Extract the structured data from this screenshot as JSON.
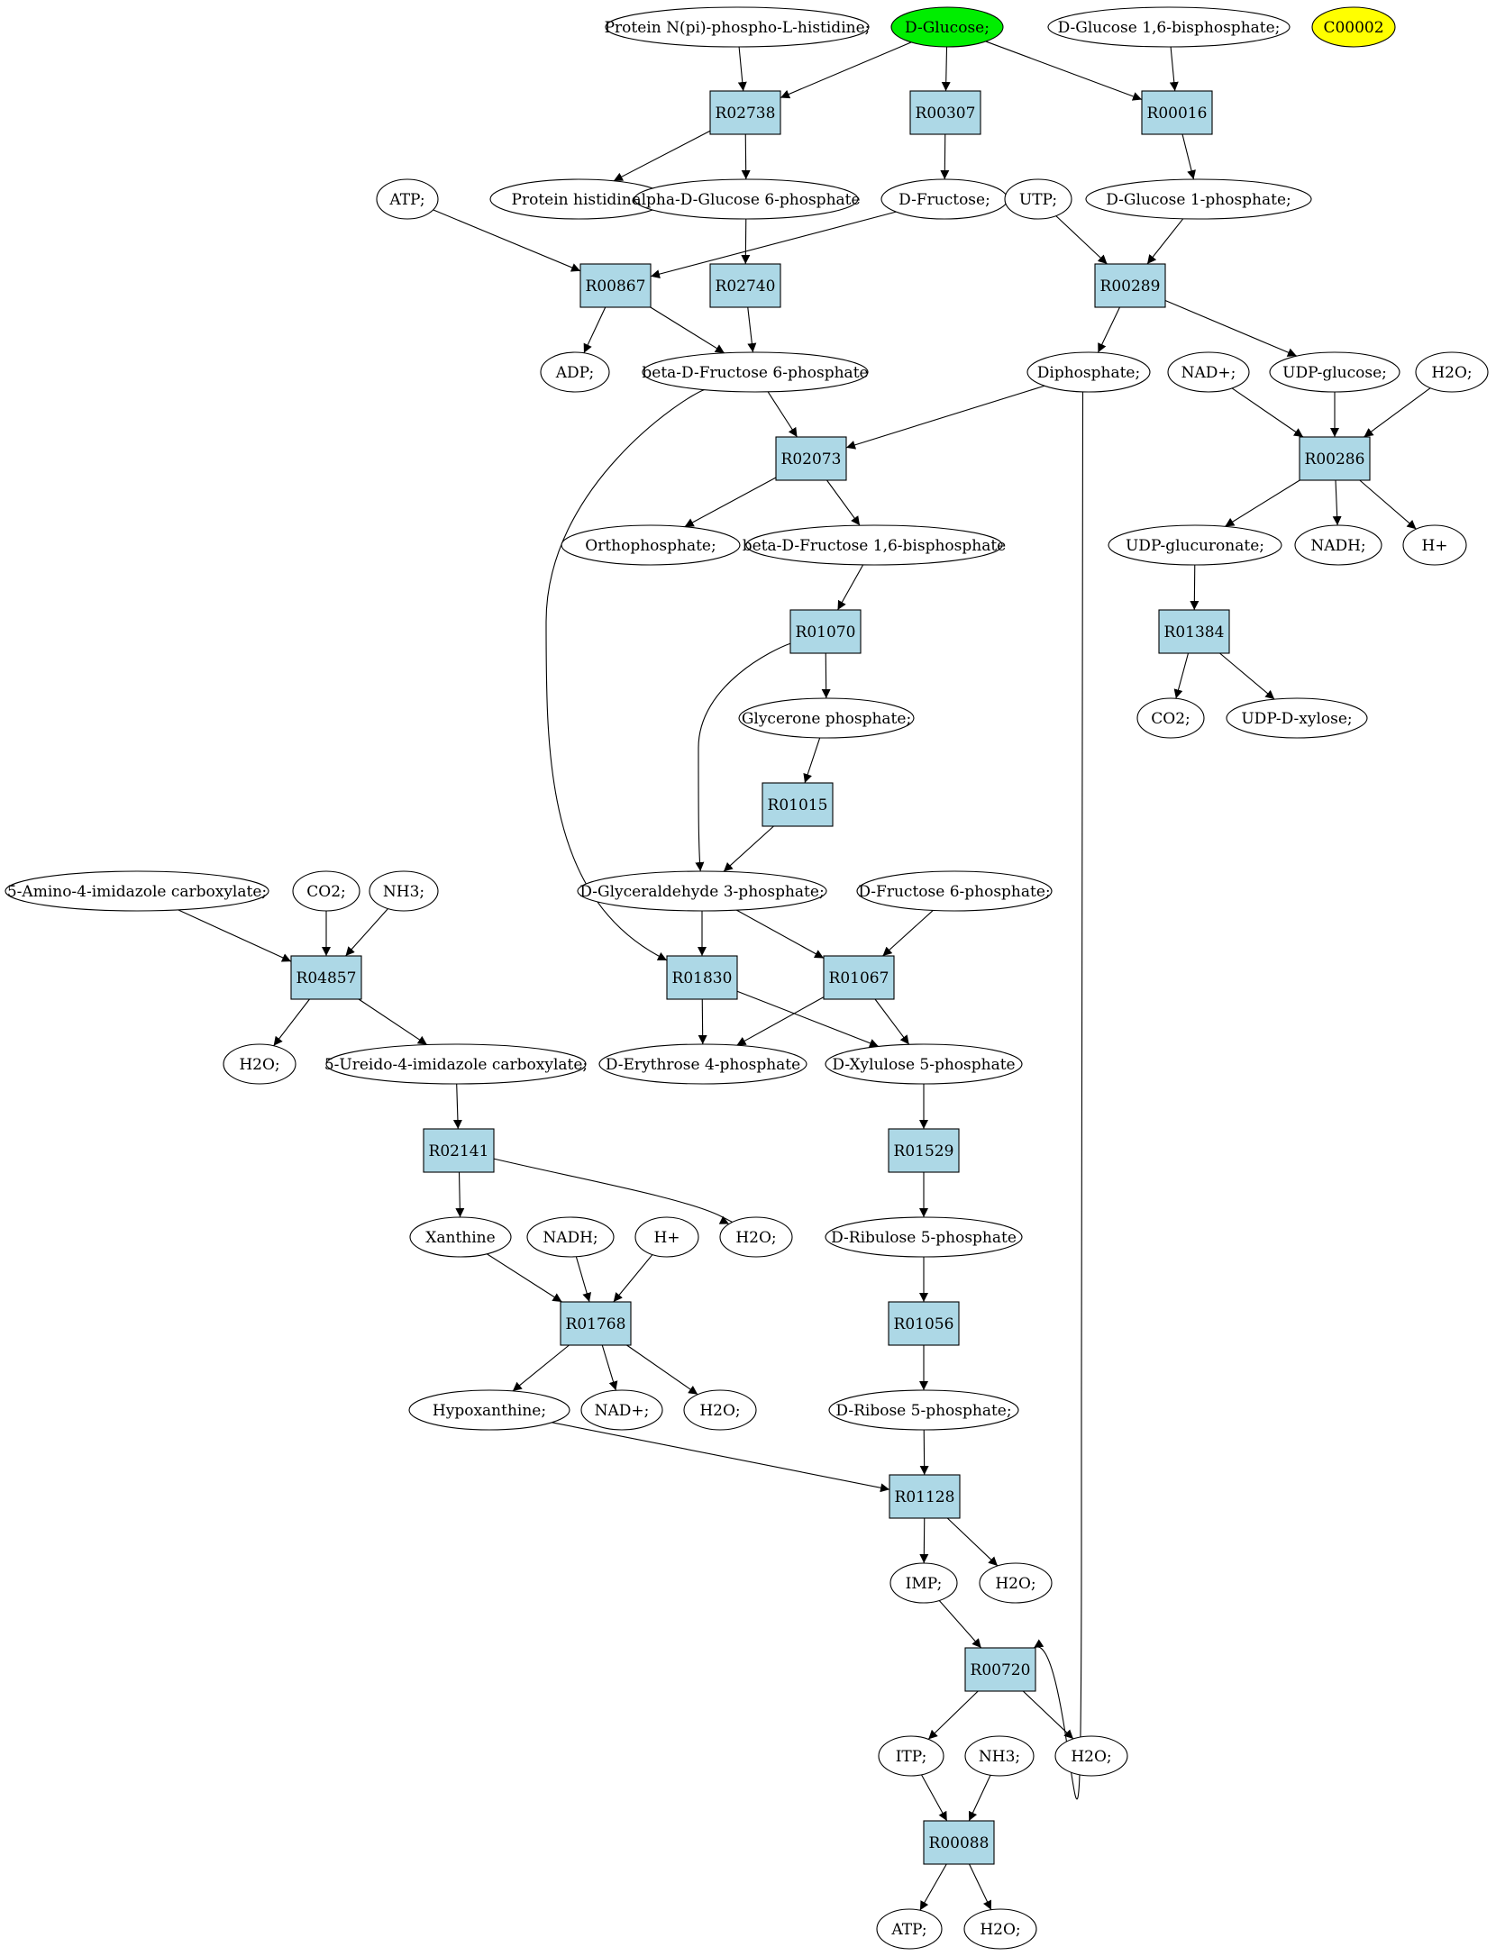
{
  "colors": {
    "reaction_fill": "#add8e6",
    "compound_fill": "#ffffff",
    "highlight_start": "#00ee00",
    "highlight_other": "#ffff00",
    "stroke": "#000000"
  },
  "nodes": [
    {
      "id": "c_prot_nphis",
      "kind": "compound",
      "label": "Protein N(pi)-phospho-L-histidine;"
    },
    {
      "id": "c_dglucose",
      "kind": "compound",
      "label": "D-Glucose;",
      "fill": "#00ee00"
    },
    {
      "id": "c_dglu16bp",
      "kind": "compound",
      "label": "D-Glucose 1,6-bisphosphate;"
    },
    {
      "id": "c_c00002",
      "kind": "compound",
      "label": "C00002",
      "fill": "#ffff00"
    },
    {
      "id": "r_R02738",
      "kind": "reaction",
      "label": "R02738"
    },
    {
      "id": "r_R00307",
      "kind": "reaction",
      "label": "R00307"
    },
    {
      "id": "r_R00016",
      "kind": "reaction",
      "label": "R00016"
    },
    {
      "id": "c_atp1",
      "kind": "compound",
      "label": "ATP;"
    },
    {
      "id": "c_prothis",
      "kind": "compound",
      "label": "Protein histidine;"
    },
    {
      "id": "c_adg6p",
      "kind": "compound",
      "label": "alpha-D-Glucose 6-phosphate"
    },
    {
      "id": "c_dfructose",
      "kind": "compound",
      "label": "D-Fructose;"
    },
    {
      "id": "c_utp",
      "kind": "compound",
      "label": "UTP;"
    },
    {
      "id": "c_dg1p",
      "kind": "compound",
      "label": "D-Glucose 1-phosphate;"
    },
    {
      "id": "r_R00867",
      "kind": "reaction",
      "label": "R00867"
    },
    {
      "id": "r_R02740",
      "kind": "reaction",
      "label": "R02740"
    },
    {
      "id": "r_R00289",
      "kind": "reaction",
      "label": "R00289"
    },
    {
      "id": "c_adp",
      "kind": "compound",
      "label": "ADP;"
    },
    {
      "id": "c_bdf6p",
      "kind": "compound",
      "label": "beta-D-Fructose 6-phosphate"
    },
    {
      "id": "c_diphos",
      "kind": "compound",
      "label": "Diphosphate;"
    },
    {
      "id": "c_nadp1",
      "kind": "compound",
      "label": "NAD+;"
    },
    {
      "id": "c_udpglc",
      "kind": "compound",
      "label": "UDP-glucose;"
    },
    {
      "id": "c_h2o_a",
      "kind": "compound",
      "label": "H2O;"
    },
    {
      "id": "r_R02073",
      "kind": "reaction",
      "label": "R02073"
    },
    {
      "id": "r_R00286",
      "kind": "reaction",
      "label": "R00286"
    },
    {
      "id": "c_ortho",
      "kind": "compound",
      "label": "Orthophosphate;"
    },
    {
      "id": "c_bdf16bp",
      "kind": "compound",
      "label": "beta-D-Fructose 1,6-bisphosphate"
    },
    {
      "id": "c_udpglcA",
      "kind": "compound",
      "label": "UDP-glucuronate;"
    },
    {
      "id": "c_nadh1",
      "kind": "compound",
      "label": "NADH;"
    },
    {
      "id": "c_hplus1",
      "kind": "compound",
      "label": "H+"
    },
    {
      "id": "r_R01070",
      "kind": "reaction",
      "label": "R01070"
    },
    {
      "id": "r_R01384",
      "kind": "reaction",
      "label": "R01384"
    },
    {
      "id": "c_glycerone",
      "kind": "compound",
      "label": "Glycerone phosphate;"
    },
    {
      "id": "c_co2_a",
      "kind": "compound",
      "label": "CO2;"
    },
    {
      "id": "c_udpxyl",
      "kind": "compound",
      "label": "UDP-D-xylose;"
    },
    {
      "id": "r_R01015",
      "kind": "reaction",
      "label": "R01015"
    },
    {
      "id": "c_aica",
      "kind": "compound",
      "label": "5-Amino-4-imidazole carboxylate;"
    },
    {
      "id": "c_co2_b",
      "kind": "compound",
      "label": "CO2;"
    },
    {
      "id": "c_nh3_a",
      "kind": "compound",
      "label": "NH3;"
    },
    {
      "id": "c_dga3p",
      "kind": "compound",
      "label": "D-Glyceraldehyde 3-phosphate;"
    },
    {
      "id": "c_df6p",
      "kind": "compound",
      "label": "D-Fructose 6-phosphate;"
    },
    {
      "id": "r_R04857",
      "kind": "reaction",
      "label": "R04857"
    },
    {
      "id": "r_R01830",
      "kind": "reaction",
      "label": "R01830"
    },
    {
      "id": "r_R01067",
      "kind": "reaction",
      "label": "R01067"
    },
    {
      "id": "c_h2o_b",
      "kind": "compound",
      "label": "H2O;"
    },
    {
      "id": "c_uica",
      "kind": "compound",
      "label": "5-Ureido-4-imidazole carboxylate;"
    },
    {
      "id": "c_de4p",
      "kind": "compound",
      "label": "D-Erythrose 4-phosphate"
    },
    {
      "id": "c_dx5p",
      "kind": "compound",
      "label": "D-Xylulose 5-phosphate"
    },
    {
      "id": "r_R02141",
      "kind": "reaction",
      "label": "R02141"
    },
    {
      "id": "r_R01529",
      "kind": "reaction",
      "label": "R01529"
    },
    {
      "id": "c_xanthine",
      "kind": "compound",
      "label": "Xanthine"
    },
    {
      "id": "c_nadh2",
      "kind": "compound",
      "label": "NADH;"
    },
    {
      "id": "c_hplus2",
      "kind": "compound",
      "label": "H+"
    },
    {
      "id": "c_h2o_c",
      "kind": "compound",
      "label": "H2O;"
    },
    {
      "id": "c_dru5p",
      "kind": "compound",
      "label": "D-Ribulose 5-phosphate"
    },
    {
      "id": "r_R01768",
      "kind": "reaction",
      "label": "R01768"
    },
    {
      "id": "r_R01056",
      "kind": "reaction",
      "label": "R01056"
    },
    {
      "id": "c_hypox",
      "kind": "compound",
      "label": "Hypoxanthine;"
    },
    {
      "id": "c_nadp2",
      "kind": "compound",
      "label": "NAD+;"
    },
    {
      "id": "c_h2o_d",
      "kind": "compound",
      "label": "H2O;"
    },
    {
      "id": "c_dr5p",
      "kind": "compound",
      "label": "D-Ribose 5-phosphate;"
    },
    {
      "id": "r_R01128",
      "kind": "reaction",
      "label": "R01128"
    },
    {
      "id": "c_imp",
      "kind": "compound",
      "label": "IMP;"
    },
    {
      "id": "c_h2o_e",
      "kind": "compound",
      "label": "H2O;"
    },
    {
      "id": "r_R00720",
      "kind": "reaction",
      "label": "R00720"
    },
    {
      "id": "c_itp",
      "kind": "compound",
      "label": "ITP;"
    },
    {
      "id": "c_nh3_b",
      "kind": "compound",
      "label": "NH3;"
    },
    {
      "id": "c_h2o_f",
      "kind": "compound",
      "label": "H2O;"
    },
    {
      "id": "r_R00088",
      "kind": "reaction",
      "label": "R00088"
    },
    {
      "id": "c_atp2",
      "kind": "compound",
      "label": "ATP;"
    },
    {
      "id": "c_h2o_g",
      "kind": "compound",
      "label": "H2O;"
    }
  ],
  "edges": [
    [
      "c_prot_nphis",
      "r_R02738"
    ],
    [
      "c_dglucose",
      "r_R02738"
    ],
    [
      "c_dglucose",
      "r_R00307"
    ],
    [
      "c_dglucose",
      "r_R00016"
    ],
    [
      "c_dglu16bp",
      "r_R00016"
    ],
    [
      "r_R02738",
      "c_prothis"
    ],
    [
      "r_R02738",
      "c_adg6p"
    ],
    [
      "r_R00307",
      "c_dfructose"
    ],
    [
      "r_R00016",
      "c_dg1p"
    ],
    [
      "c_atp1",
      "r_R00867"
    ],
    [
      "c_dfructose",
      "r_R00867"
    ],
    [
      "c_adg6p",
      "r_R02740"
    ],
    [
      "c_utp",
      "r_R00289"
    ],
    [
      "c_dg1p",
      "r_R00289"
    ],
    [
      "r_R00867",
      "c_adp"
    ],
    [
      "r_R00867",
      "c_bdf6p"
    ],
    [
      "r_R02740",
      "c_bdf6p"
    ],
    [
      "r_R00289",
      "c_diphos"
    ],
    [
      "r_R00289",
      "c_udpglc"
    ],
    [
      "c_bdf6p",
      "r_R02073"
    ],
    [
      "c_diphos",
      "r_R02073"
    ],
    [
      "c_nadp1",
      "r_R00286"
    ],
    [
      "c_udpglc",
      "r_R00286"
    ],
    [
      "c_h2o_a",
      "r_R00286"
    ],
    [
      "r_R02073",
      "c_ortho"
    ],
    [
      "r_R02073",
      "c_bdf16bp"
    ],
    [
      "r_R00286",
      "c_udpglcA"
    ],
    [
      "r_R00286",
      "c_nadh1"
    ],
    [
      "r_R00286",
      "c_hplus1"
    ],
    [
      "c_bdf16bp",
      "r_R01070"
    ],
    [
      "c_udpglcA",
      "r_R01384"
    ],
    [
      "r_R01070",
      "c_glycerone"
    ],
    [
      "r_R01070",
      "c_dga3p"
    ],
    [
      "r_R01384",
      "c_co2_a"
    ],
    [
      "r_R01384",
      "c_udpxyl"
    ],
    [
      "c_glycerone",
      "r_R01015"
    ],
    [
      "r_R01015",
      "c_dga3p"
    ],
    [
      "c_aica",
      "r_R04857"
    ],
    [
      "c_co2_b",
      "r_R04857"
    ],
    [
      "c_nh3_a",
      "r_R04857"
    ],
    [
      "c_bdf6p",
      "r_R01830"
    ],
    [
      "c_dga3p",
      "r_R01830"
    ],
    [
      "c_dga3p",
      "r_R01067"
    ],
    [
      "c_df6p",
      "r_R01067"
    ],
    [
      "r_R04857",
      "c_h2o_b"
    ],
    [
      "r_R04857",
      "c_uica"
    ],
    [
      "r_R01830",
      "c_de4p"
    ],
    [
      "r_R01830",
      "c_dx5p"
    ],
    [
      "r_R01067",
      "c_de4p"
    ],
    [
      "r_R01067",
      "c_dx5p"
    ],
    [
      "c_uica",
      "r_R02141"
    ],
    [
      "c_dx5p",
      "r_R01529"
    ],
    [
      "r_R02141",
      "c_xanthine"
    ],
    [
      "r_R02141",
      "c_h2o_c"
    ],
    [
      "r_R01529",
      "c_dru5p"
    ],
    [
      "c_xanthine",
      "r_R01768"
    ],
    [
      "c_nadh2",
      "r_R01768"
    ],
    [
      "c_hplus2",
      "r_R01768"
    ],
    [
      "c_dru5p",
      "r_R01056"
    ],
    [
      "r_R01768",
      "c_hypox"
    ],
    [
      "r_R01768",
      "c_nadp2"
    ],
    [
      "r_R01768",
      "c_h2o_d"
    ],
    [
      "r_R01056",
      "c_dr5p"
    ],
    [
      "c_hypox",
      "r_R01128"
    ],
    [
      "c_dr5p",
      "r_R01128"
    ],
    [
      "r_R01128",
      "c_imp"
    ],
    [
      "r_R01128",
      "c_h2o_e"
    ],
    [
      "c_imp",
      "r_R00720"
    ],
    [
      "c_diphos",
      "r_R00720"
    ],
    [
      "r_R00720",
      "c_itp"
    ],
    [
      "r_R00720",
      "c_h2o_f"
    ],
    [
      "c_itp",
      "r_R00088"
    ],
    [
      "c_nh3_b",
      "r_R00088"
    ],
    [
      "r_R00088",
      "c_atp2"
    ],
    [
      "r_R00088",
      "c_h2o_g"
    ]
  ]
}
